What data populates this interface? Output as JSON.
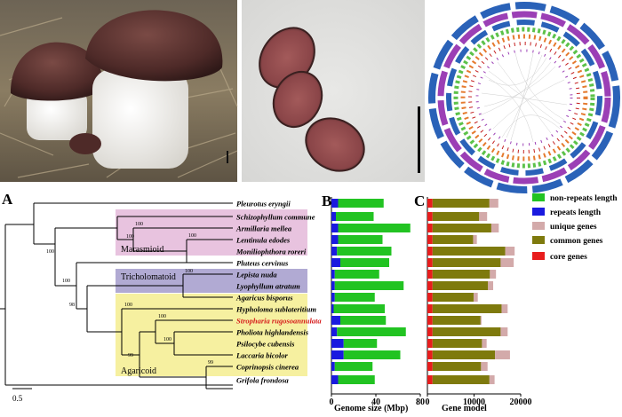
{
  "photos": {
    "scale_bar_note": ""
  },
  "panels": {
    "A": "A",
    "B": "B",
    "C": "C"
  },
  "tree": {
    "taxa": [
      "Pleurotus eryngii",
      "Schizophyllum commune",
      "Armillaria mellea",
      "Lentinula edodes",
      "Moniliophthora roreri",
      "Pluteus cervinus",
      "Lepista nuda",
      "Lyophyllum atratum",
      "Agaricus bisporus",
      "Hypholoma sublateritium",
      "Stropharia rugosoannulata",
      "Pholiota highlandensis",
      "Psilocybe cubensis",
      "Laccaria bicolor",
      "Coprinopsis cinerea",
      "Grifola frondosa"
    ],
    "highlight_taxon": "Stropharia rugosoannulata",
    "bootstrap_labels": [
      "100",
      "100",
      "100",
      "100",
      "100",
      "100",
      "98",
      "100",
      "100",
      "100",
      "99",
      "99"
    ],
    "clades": [
      {
        "name": "Marasmioid",
        "color": "#e8c3df"
      },
      {
        "name": "Tricholomatoid",
        "color": "#b1aad3"
      },
      {
        "name": "Agaricoid",
        "color": "#f6f0a0"
      }
    ],
    "scale_label": "0.5"
  },
  "chart_data": [
    {
      "type": "bar",
      "orientation": "horizontal",
      "stacked": true,
      "categories": [
        "Pleurotus eryngii",
        "Schizophyllum commune",
        "Armillaria mellea",
        "Lentinula edodes",
        "Moniliophthora roreri",
        "Pluteus cervinus",
        "Lepista nuda",
        "Lyophyllum atratum",
        "Agaricus bisporus",
        "Hypholoma sublateritium",
        "Stropharia rugosoannulata",
        "Pholiota highlandensis",
        "Psilocybe cubensis",
        "Laccaria bicolor",
        "Coprinopsis cinerea",
        "Grifola frondosa"
      ],
      "series": [
        {
          "name": "repeats length",
          "color": "#1a1adf",
          "values": [
            6,
            4,
            6,
            6,
            5,
            8,
            3,
            3,
            3,
            2,
            8,
            5,
            11,
            11,
            3,
            6
          ]
        },
        {
          "name": "non-repeats length",
          "color": "#22c322",
          "values": [
            41,
            34,
            65,
            40,
            49,
            44,
            40,
            62,
            36,
            46,
            41,
            62,
            30,
            51,
            34,
            33
          ]
        }
      ],
      "xlabel": "Genome size (Mbp)",
      "xlim": [
        0,
        80
      ],
      "xticks": [
        "0",
        "40",
        "80"
      ]
    },
    {
      "type": "bar",
      "orientation": "horizontal",
      "stacked": true,
      "categories": [
        "Pleurotus eryngii",
        "Schizophyllum commune",
        "Armillaria mellea",
        "Lentinula edodes",
        "Moniliophthora roreri",
        "Pluteus cervinus",
        "Lepista nuda",
        "Lyophyllum atratum",
        "Agaricus bisporus",
        "Hypholoma sublateritium",
        "Stropharia rugosoannulata",
        "Pholiota highlandensis",
        "Psilocybe cubensis",
        "Laccaria bicolor",
        "Coprinopsis cinerea",
        "Grifola frondosa"
      ],
      "series": [
        {
          "name": "core genes",
          "color": "#e81d1d",
          "values": [
            1100,
            1100,
            1100,
            1100,
            1100,
            1100,
            1100,
            1100,
            1100,
            1100,
            1100,
            1100,
            1100,
            1100,
            1100,
            1100
          ]
        },
        {
          "name": "common genes",
          "color": "#7e7a0d",
          "values": [
            12200,
            10000,
            12600,
            8700,
            15600,
            14600,
            12300,
            11900,
            8800,
            14800,
            10300,
            14600,
            10600,
            13400,
            10400,
            12200
          ]
        },
        {
          "name": "unique genes",
          "color": "#d3aaaa",
          "values": [
            1900,
            1700,
            1600,
            800,
            2000,
            2800,
            1300,
            1100,
            900,
            1300,
            200,
            1500,
            1000,
            3200,
            1400,
            1100
          ]
        }
      ],
      "xlabel": "Gene model",
      "xlim": [
        0,
        20000
      ],
      "xticks": [
        "0",
        "10000",
        "20000"
      ]
    }
  ],
  "legend": [
    {
      "label": "non-repeats length",
      "color": "#22c322"
    },
    {
      "label": "repeats length",
      "color": "#1a1adf"
    },
    {
      "label": "unique genes",
      "color": "#d3aaaa"
    },
    {
      "label": "common genes",
      "color": "#7e7a0d"
    },
    {
      "label": "core genes",
      "color": "#e81d1d"
    }
  ]
}
